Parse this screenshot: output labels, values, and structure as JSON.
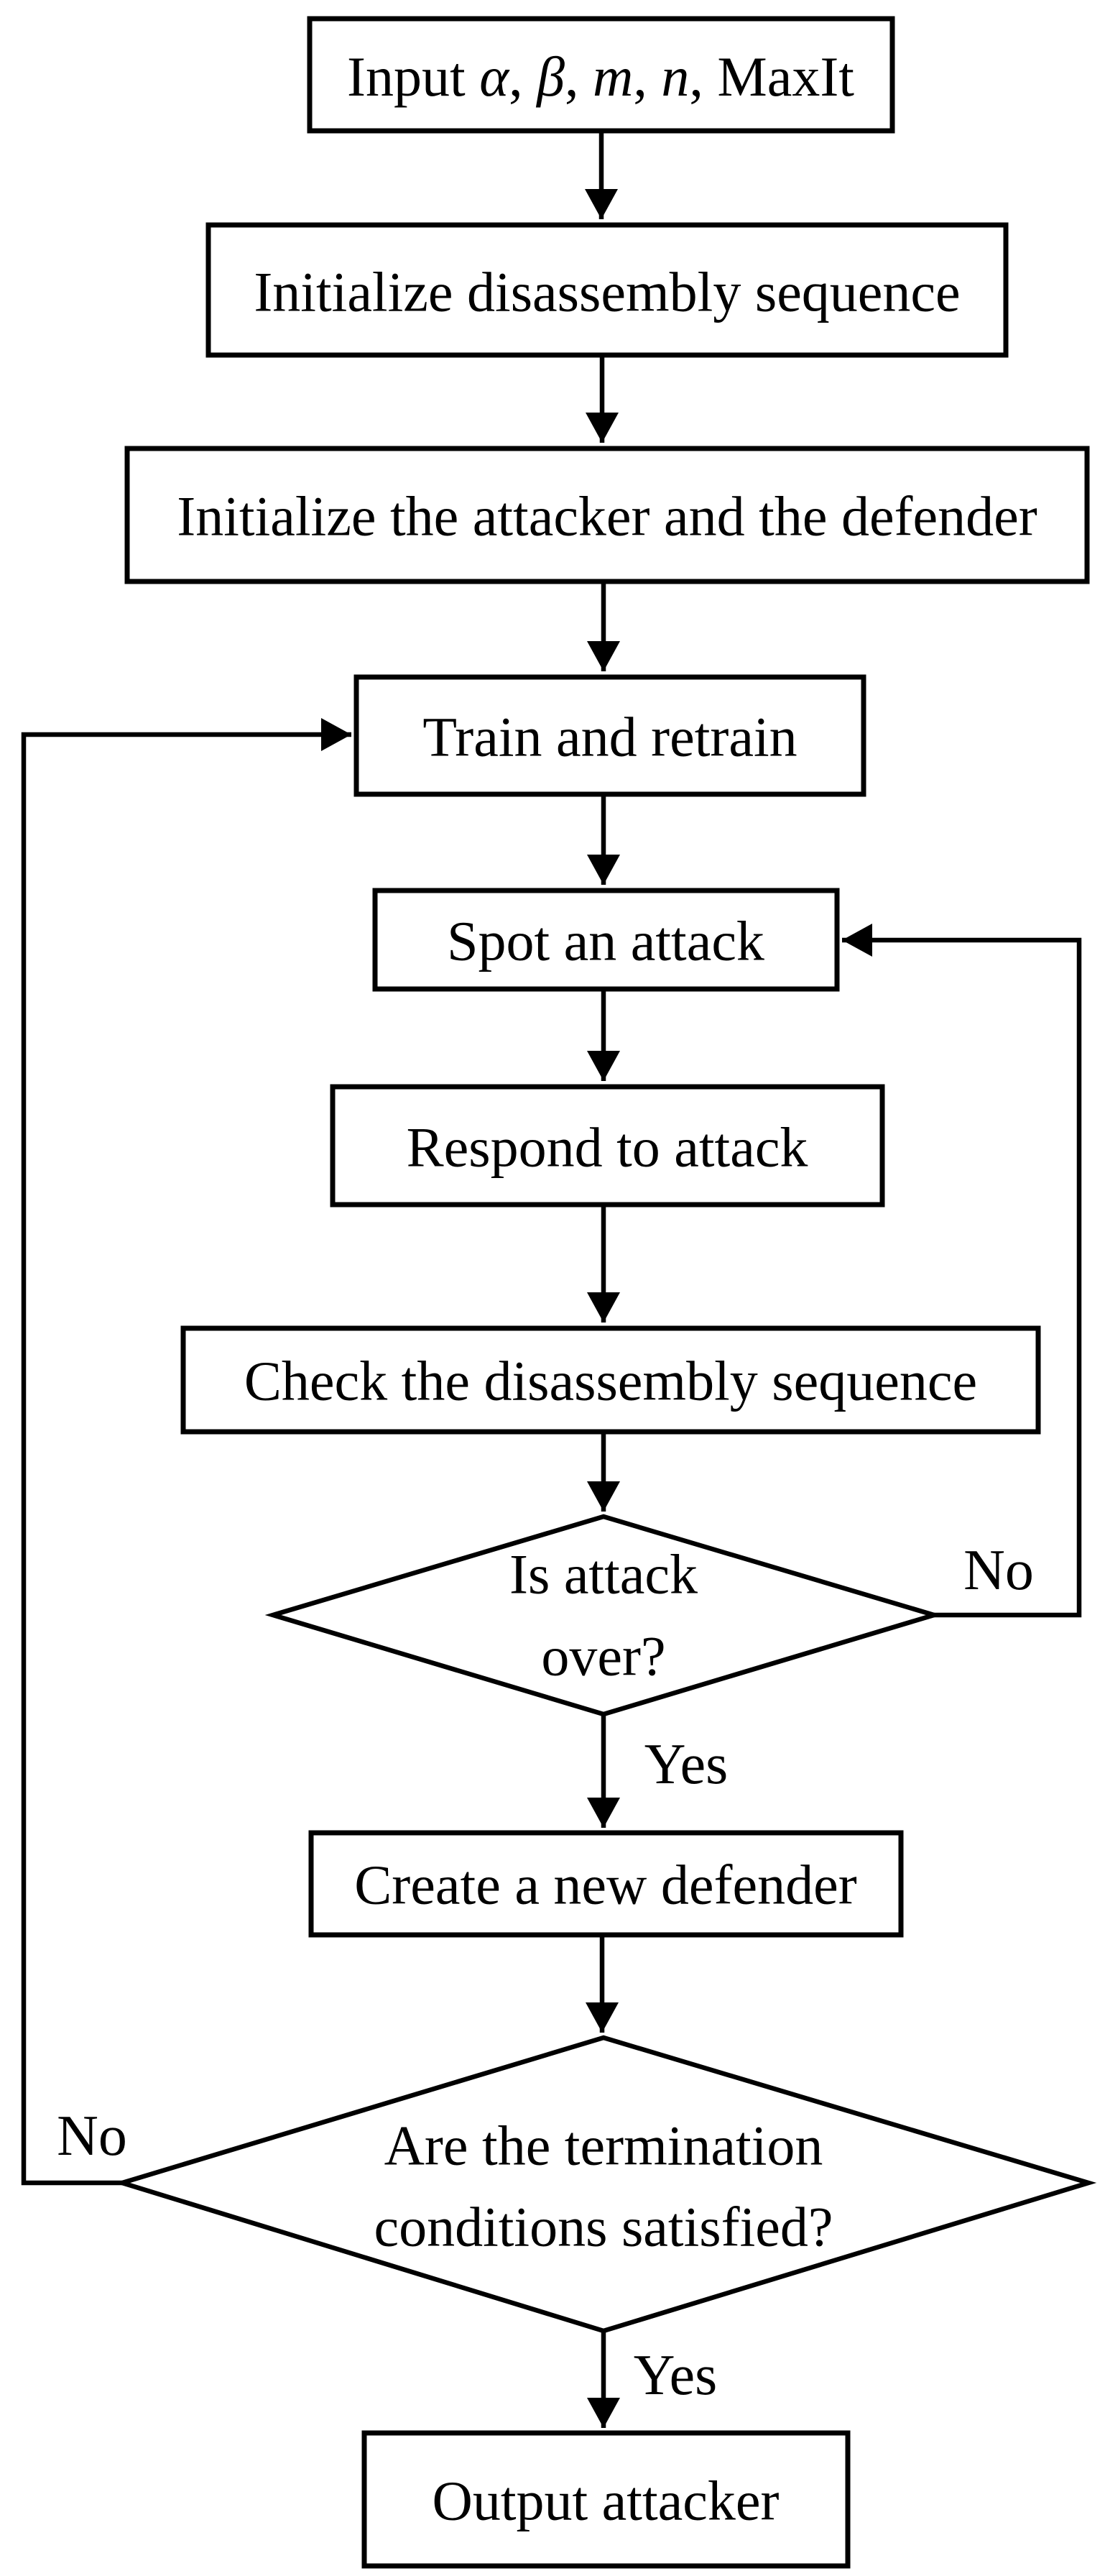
{
  "figure": {
    "background": "#ffffff",
    "stroke_color": "#000000",
    "text_color": "#000000",
    "node_fill": "#ffffff"
  },
  "nodes": {
    "input": {
      "label": "Input α, β, m, n, MaxIt",
      "parts": [
        {
          "t": "Input "
        },
        {
          "t": "α"
        },
        {
          "t": ", "
        },
        {
          "t": "β"
        },
        {
          "t": ", "
        },
        {
          "t": "m"
        },
        {
          "t": ", "
        },
        {
          "t": "n"
        },
        {
          "t": ", MaxIt"
        }
      ]
    },
    "init_sequence": {
      "label": "Initialize disassembly sequence"
    },
    "init_attacker_defender": {
      "label": "Initialize the attacker and the defender"
    },
    "train": {
      "label": "Train and retrain"
    },
    "spot": {
      "label": "Spot an attack"
    },
    "respond": {
      "label": "Respond to attack"
    },
    "check": {
      "label": "Check the disassembly sequence"
    },
    "attack_over": {
      "line1": "Is attack",
      "line2": "over?"
    },
    "create_defender": {
      "label": "Create a new defender"
    },
    "termination": {
      "line1": "Are the termination",
      "line2": "conditions satisfied?"
    },
    "output": {
      "label": "Output attacker"
    }
  },
  "edge_labels": {
    "attack_over_yes": "Yes",
    "attack_over_no": "No",
    "termination_yes": "Yes",
    "termination_no": "No"
  }
}
